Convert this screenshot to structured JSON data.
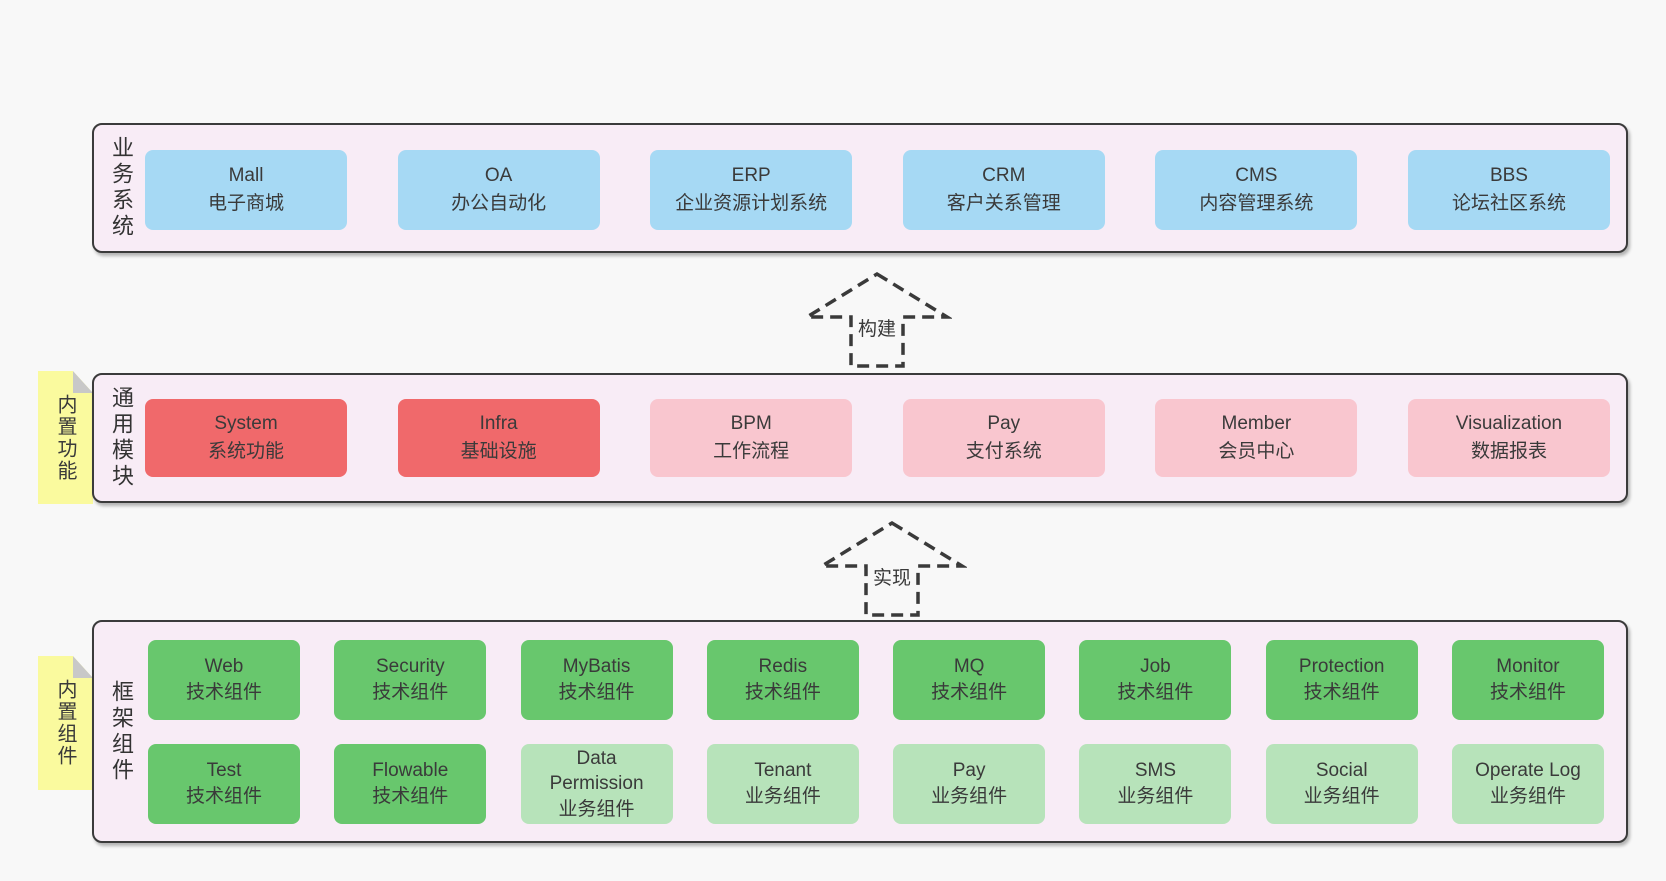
{
  "colors": {
    "page_bg": "#f8f8f8",
    "layer_bg": "#f8ecf6",
    "layer_border": "#3b3b3b",
    "business_box": "#a6d9f4",
    "core_module_box": "#f0696b",
    "optional_module_box": "#f9c6cf",
    "tech_component_box": "#68c76d",
    "biz_component_box": "#b7e3ba",
    "sticky_bg": "#fafa9e",
    "sticky_fold": "#c8c8c8",
    "text": "#3a3a3a"
  },
  "arrows": {
    "build": "构建",
    "implement": "实现"
  },
  "layers": {
    "business": {
      "label": "业务系统",
      "boxes": [
        {
          "name": "Mall",
          "sub": "电子商城"
        },
        {
          "name": "OA",
          "sub": "办公自动化"
        },
        {
          "name": "ERP",
          "sub": "企业资源计划系统"
        },
        {
          "name": "CRM",
          "sub": "客户关系管理"
        },
        {
          "name": "CMS",
          "sub": "内容管理系统"
        },
        {
          "name": "BBS",
          "sub": "论坛社区系统"
        }
      ]
    },
    "modules": {
      "label": "通用模块",
      "sticky": "内置功能",
      "boxes": [
        {
          "name": "System",
          "sub": "系统功能"
        },
        {
          "name": "Infra",
          "sub": "基础设施"
        },
        {
          "name": "BPM",
          "sub": "工作流程"
        },
        {
          "name": "Pay",
          "sub": "支付系统"
        },
        {
          "name": "Member",
          "sub": "会员中心"
        },
        {
          "name": "Visualization",
          "sub": "数据报表"
        }
      ]
    },
    "framework": {
      "label": "框架组件",
      "sticky": "内置组件",
      "row1": [
        {
          "name": "Web",
          "sub": "技术组件"
        },
        {
          "name": "Security",
          "sub": "技术组件"
        },
        {
          "name": "MyBatis",
          "sub": "技术组件"
        },
        {
          "name": "Redis",
          "sub": "技术组件"
        },
        {
          "name": "MQ",
          "sub": "技术组件"
        },
        {
          "name": "Job",
          "sub": "技术组件"
        },
        {
          "name": "Protection",
          "sub": "技术组件"
        },
        {
          "name": "Monitor",
          "sub": "技术组件"
        }
      ],
      "row2": [
        {
          "name": "Test",
          "sub": "技术组件"
        },
        {
          "name": "Flowable",
          "sub": "技术组件"
        },
        {
          "name": "Data Permission",
          "sub": "业务组件"
        },
        {
          "name": "Tenant",
          "sub": "业务组件"
        },
        {
          "name": "Pay",
          "sub": "业务组件"
        },
        {
          "name": "SMS",
          "sub": "业务组件"
        },
        {
          "name": "Social",
          "sub": "业务组件"
        },
        {
          "name": "Operate Log",
          "sub": "业务组件"
        }
      ]
    }
  }
}
